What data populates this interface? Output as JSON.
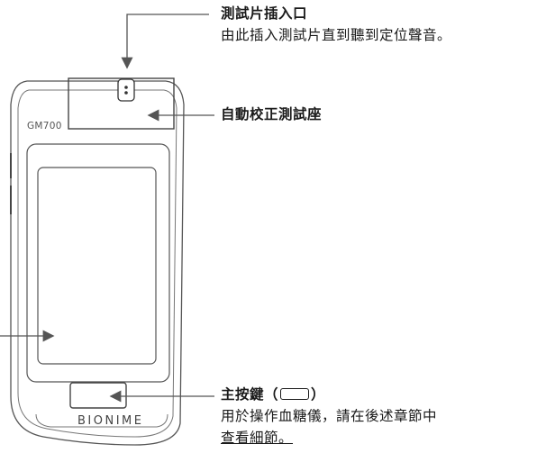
{
  "device": {
    "model_label": "GM700",
    "brand_label": "BIONIME"
  },
  "callouts": {
    "strip_port": {
      "title": "測試片插入口",
      "description": "由此插入測試片直到聽到定位聲音。"
    },
    "auto_calibration": {
      "title": "自動校正測試座"
    },
    "main_button": {
      "title_prefix": "主按鍵（",
      "title_suffix": "）",
      "description_line1": "用於操作血糖儀，請在後述章節中",
      "description_line2": "查看細節。"
    }
  },
  "colors": {
    "line": "#555555",
    "text": "#1a1a1a"
  }
}
